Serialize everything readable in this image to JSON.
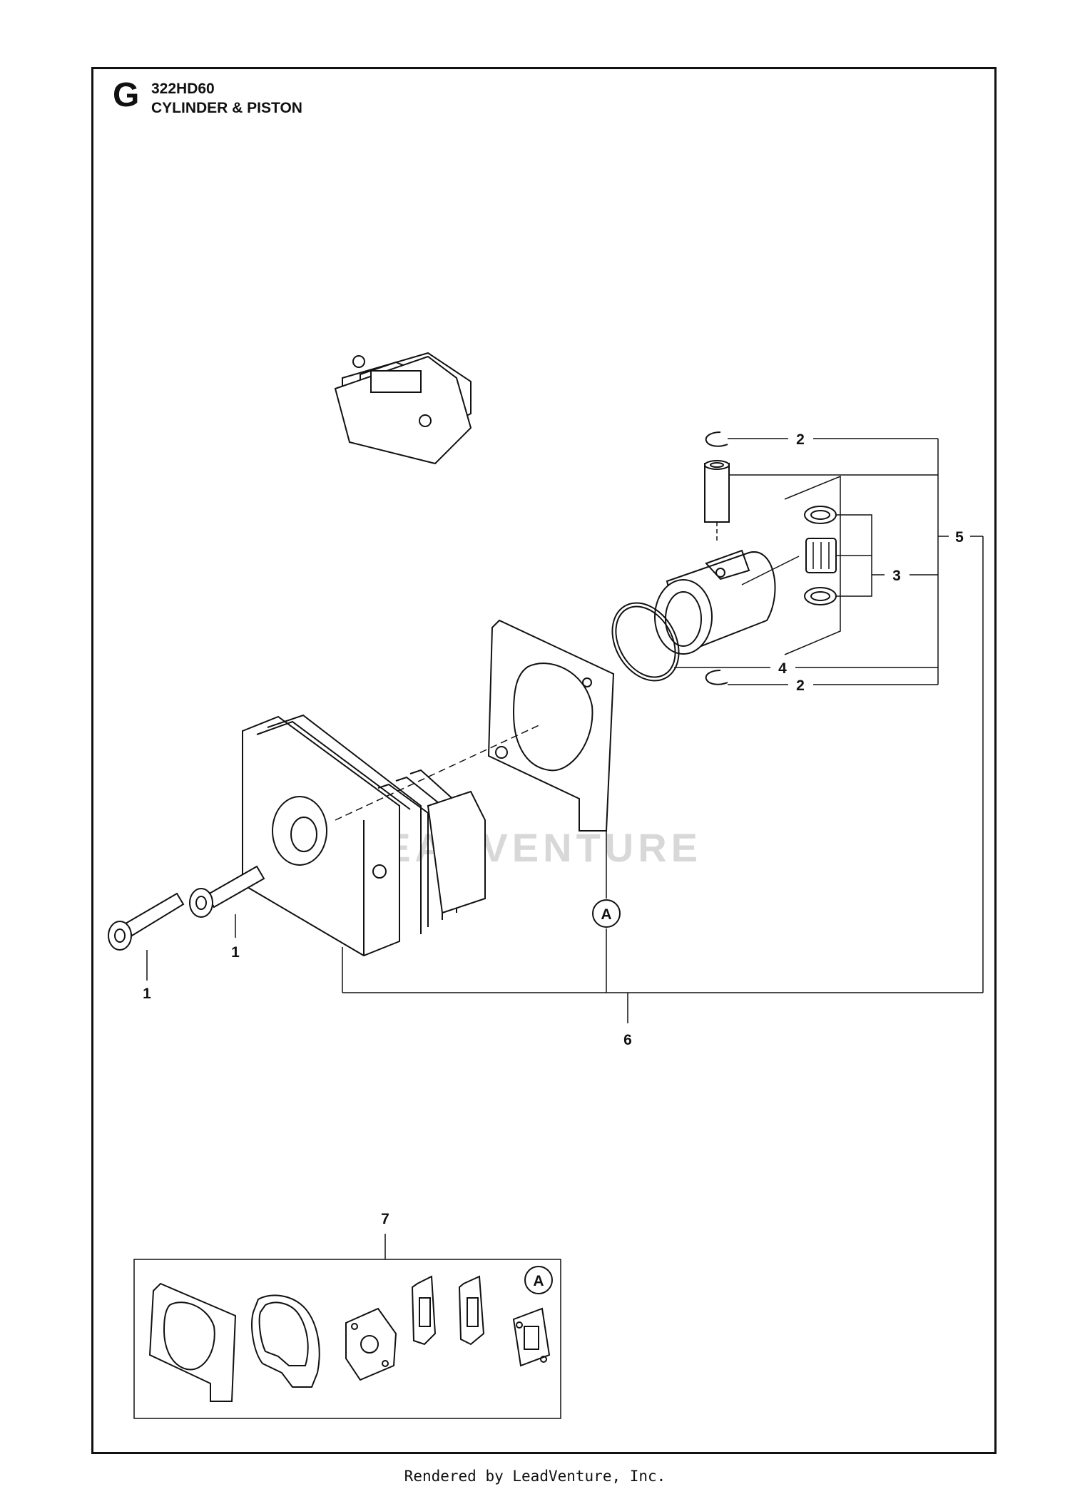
{
  "header": {
    "section_letter": "G",
    "model": "322HD60",
    "title": "CYLINDER & PISTON"
  },
  "callouts": [
    {
      "id": "c1a",
      "text": "1"
    },
    {
      "id": "c1b",
      "text": "1"
    },
    {
      "id": "c2a",
      "text": "2"
    },
    {
      "id": "c2b",
      "text": "2"
    },
    {
      "id": "c3",
      "text": "3"
    },
    {
      "id": "c4",
      "text": "4"
    },
    {
      "id": "c5",
      "text": "5"
    },
    {
      "id": "c6",
      "text": "6"
    },
    {
      "id": "c7",
      "text": "7"
    }
  ],
  "ref_markers": [
    {
      "id": "ref-a-main",
      "text": "A"
    },
    {
      "id": "ref-a-kit",
      "text": "A"
    }
  ],
  "watermark": "LEADVENTURE",
  "footer": "Rendered by LeadVenture, Inc."
}
